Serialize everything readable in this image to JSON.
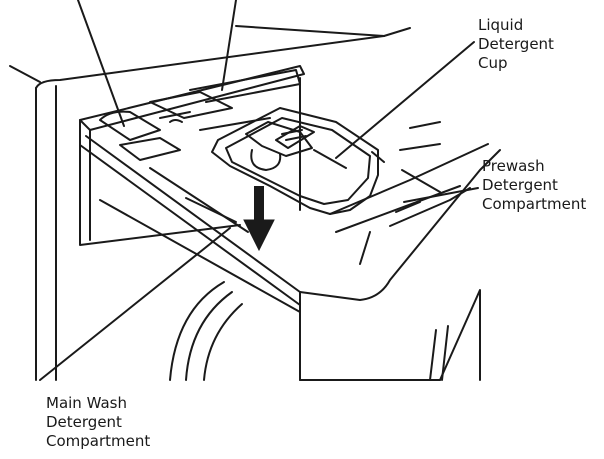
{
  "callouts": {
    "liquid_cup": [
      "Liquid",
      "Detergent",
      "Cup"
    ],
    "prewash": [
      "Prewash",
      "Detergent",
      "Compartment"
    ],
    "main_wash": [
      "Main Wash",
      "Detergent",
      "Compartment"
    ]
  },
  "colors": {
    "line": "#1a1a1a",
    "background": "#ffffff",
    "arrow": "#1a1a1a"
  }
}
